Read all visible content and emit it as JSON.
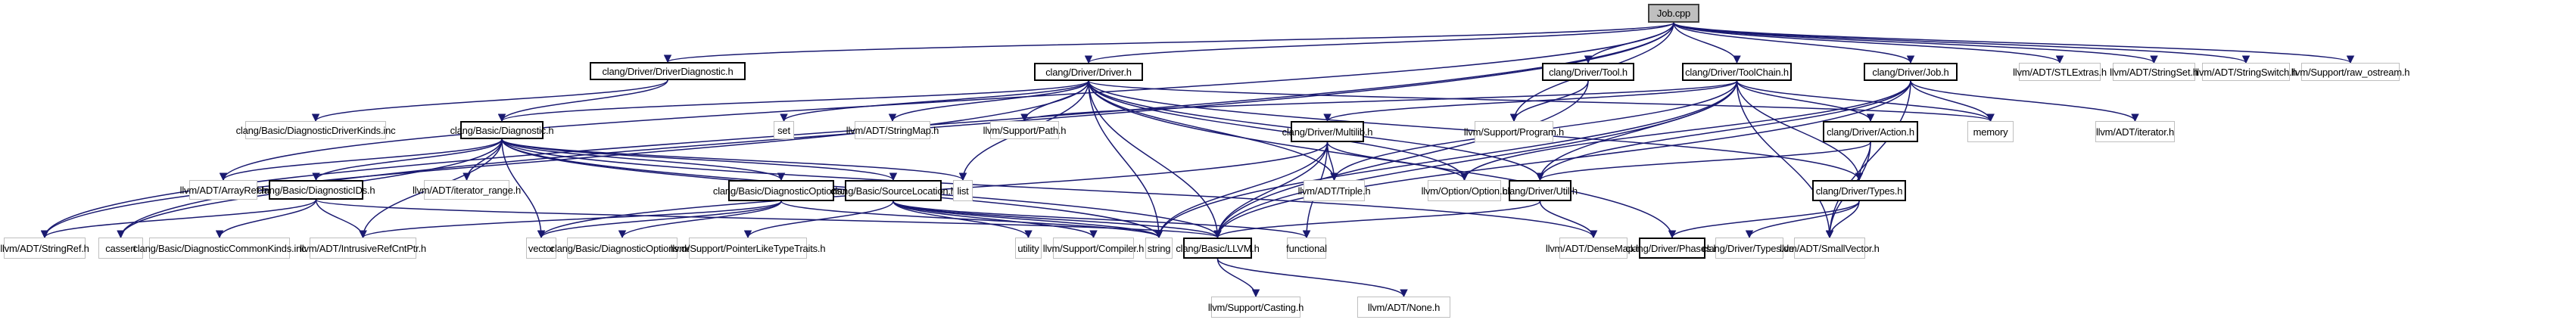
{
  "title": "Job.cpp include dependency graph",
  "colors": {
    "edge": "#191970",
    "root_fill": "#bfbfbf",
    "external_border": "#bfbfbf",
    "linked_border": "#000000"
  },
  "nodes": [
    {
      "id": "job_cpp",
      "label": "Job.cpp",
      "kind": "root"
    },
    {
      "id": "driverdiag",
      "label": "clang/Driver/DriverDiagnostic.h",
      "kind": "linked"
    },
    {
      "id": "driver",
      "label": "clang/Driver/Driver.h",
      "kind": "linked"
    },
    {
      "id": "tool",
      "label": "clang/Driver/Tool.h",
      "kind": "linked"
    },
    {
      "id": "toolchain",
      "label": "clang/Driver/ToolChain.h",
      "kind": "linked"
    },
    {
      "id": "job",
      "label": "clang/Driver/Job.h",
      "kind": "linked"
    },
    {
      "id": "stlextras",
      "label": "llvm/ADT/STLExtras.h",
      "kind": "external"
    },
    {
      "id": "stringset",
      "label": "llvm/ADT/StringSet.h",
      "kind": "external"
    },
    {
      "id": "stringswitch",
      "label": "llvm/ADT/StringSwitch.h",
      "kind": "external"
    },
    {
      "id": "raw_ostream",
      "label": "llvm/Support/raw_ostream.h",
      "kind": "external"
    },
    {
      "id": "diagdriverkinds",
      "label": "clang/Basic/DiagnosticDriverKinds.inc",
      "kind": "external"
    },
    {
      "id": "diagnostic",
      "label": "clang/Basic/Diagnostic.h",
      "kind": "linked"
    },
    {
      "id": "set",
      "label": "set",
      "kind": "external"
    },
    {
      "id": "stringmap",
      "label": "llvm/ADT/StringMap.h",
      "kind": "external"
    },
    {
      "id": "path",
      "label": "llvm/Support/Path.h",
      "kind": "external"
    },
    {
      "id": "multilib",
      "label": "clang/Driver/Multilib.h",
      "kind": "linked"
    },
    {
      "id": "program",
      "label": "llvm/Support/Program.h",
      "kind": "external"
    },
    {
      "id": "action",
      "label": "clang/Driver/Action.h",
      "kind": "linked"
    },
    {
      "id": "memory",
      "label": "memory",
      "kind": "external"
    },
    {
      "id": "iterator",
      "label": "llvm/ADT/iterator.h",
      "kind": "external"
    },
    {
      "id": "arrayref",
      "label": "llvm/ADT/ArrayRef.h",
      "kind": "external"
    },
    {
      "id": "diagids",
      "label": "clang/Basic/DiagnosticIDs.h",
      "kind": "linked"
    },
    {
      "id": "iterator_range",
      "label": "llvm/ADT/iterator_range.h",
      "kind": "external"
    },
    {
      "id": "diagoptions",
      "label": "clang/Basic/DiagnosticOptions.h",
      "kind": "linked"
    },
    {
      "id": "sourceloc",
      "label": "clang/Basic/SourceLocation.h",
      "kind": "linked"
    },
    {
      "id": "list",
      "label": "list",
      "kind": "external"
    },
    {
      "id": "triple",
      "label": "llvm/ADT/Triple.h",
      "kind": "external"
    },
    {
      "id": "option",
      "label": "llvm/Option/Option.h",
      "kind": "external"
    },
    {
      "id": "util",
      "label": "clang/Driver/Util.h",
      "kind": "linked"
    },
    {
      "id": "types",
      "label": "clang/Driver/Types.h",
      "kind": "linked"
    },
    {
      "id": "stringref",
      "label": "llvm/ADT/StringRef.h",
      "kind": "external"
    },
    {
      "id": "cassert",
      "label": "cassert",
      "kind": "external"
    },
    {
      "id": "diagcommonkinds",
      "label": "clang/Basic/DiagnosticCommonKinds.inc",
      "kind": "external"
    },
    {
      "id": "intrusiverefcntptr",
      "label": "llvm/ADT/IntrusiveRefCntPtr.h",
      "kind": "external"
    },
    {
      "id": "vector",
      "label": "vector",
      "kind": "external"
    },
    {
      "id": "diagoptionsdef",
      "label": "clang/Basic/DiagnosticOptions.def",
      "kind": "external"
    },
    {
      "id": "pointerlike",
      "label": "llvm/Support/PointerLikeTypeTraits.h",
      "kind": "external"
    },
    {
      "id": "utility",
      "label": "utility",
      "kind": "external"
    },
    {
      "id": "compiler",
      "label": "llvm/Support/Compiler.h",
      "kind": "external"
    },
    {
      "id": "string",
      "label": "string",
      "kind": "external"
    },
    {
      "id": "llvm_h",
      "label": "clang/Basic/LLVM.h",
      "kind": "linked"
    },
    {
      "id": "functional",
      "label": "functional",
      "kind": "external"
    },
    {
      "id": "densemap",
      "label": "llvm/ADT/DenseMap.h",
      "kind": "external"
    },
    {
      "id": "phases",
      "label": "clang/Driver/Phases.h",
      "kind": "linked"
    },
    {
      "id": "typesdef",
      "label": "clang/Driver/Types.def",
      "kind": "external"
    },
    {
      "id": "smallvector",
      "label": "llvm/ADT/SmallVector.h",
      "kind": "external"
    },
    {
      "id": "casting",
      "label": "llvm/Support/Casting.h",
      "kind": "external"
    },
    {
      "id": "none",
      "label": "llvm/ADT/None.h",
      "kind": "external"
    }
  ],
  "edges": [
    [
      "job_cpp",
      "driverdiag"
    ],
    [
      "job_cpp",
      "driver"
    ],
    [
      "job_cpp",
      "tool"
    ],
    [
      "job_cpp",
      "toolchain"
    ],
    [
      "job_cpp",
      "job"
    ],
    [
      "job_cpp",
      "stlextras"
    ],
    [
      "job_cpp",
      "stringset"
    ],
    [
      "job_cpp",
      "stringswitch"
    ],
    [
      "job_cpp",
      "raw_ostream"
    ],
    [
      "job_cpp",
      "program"
    ],
    [
      "job_cpp",
      "arrayref"
    ],
    [
      "job_cpp",
      "stringref"
    ],
    [
      "job_cpp",
      "cassert"
    ],
    [
      "driverdiag",
      "diagdriverkinds"
    ],
    [
      "driverdiag",
      "diagnostic"
    ],
    [
      "driver",
      "diagnostic"
    ],
    [
      "driver",
      "set"
    ],
    [
      "driver",
      "stringmap"
    ],
    [
      "driver",
      "path"
    ],
    [
      "driver",
      "list"
    ],
    [
      "driver",
      "triple"
    ],
    [
      "driver",
      "util"
    ],
    [
      "driver",
      "types"
    ],
    [
      "driver",
      "phases"
    ],
    [
      "driver",
      "memory"
    ],
    [
      "driver",
      "llvm_h"
    ],
    [
      "driver",
      "string"
    ],
    [
      "driver",
      "stringref"
    ],
    [
      "driver",
      "option"
    ],
    [
      "tool",
      "program"
    ],
    [
      "tool",
      "llvm_h"
    ],
    [
      "toolchain",
      "multilib"
    ],
    [
      "toolchain",
      "path"
    ],
    [
      "toolchain",
      "action"
    ],
    [
      "toolchain",
      "types"
    ],
    [
      "toolchain",
      "memory"
    ],
    [
      "toolchain",
      "triple"
    ],
    [
      "toolchain",
      "util"
    ],
    [
      "toolchain",
      "smallvector"
    ],
    [
      "toolchain",
      "string"
    ],
    [
      "toolchain",
      "llvm_h"
    ],
    [
      "job",
      "memory"
    ],
    [
      "job",
      "iterator"
    ],
    [
      "job",
      "smallvector"
    ],
    [
      "job",
      "util"
    ],
    [
      "job",
      "option"
    ],
    [
      "job",
      "llvm_h"
    ],
    [
      "diagnostic",
      "diagids"
    ],
    [
      "diagnostic",
      "arrayref"
    ],
    [
      "diagnostic",
      "iterator_range"
    ],
    [
      "diagnostic",
      "diagoptions"
    ],
    [
      "diagnostic",
      "sourceloc"
    ],
    [
      "diagnostic",
      "list"
    ],
    [
      "diagnostic",
      "intrusiverefcntptr"
    ],
    [
      "diagnostic",
      "vector"
    ],
    [
      "diagnostic",
      "string"
    ],
    [
      "diagnostic",
      "cassert"
    ],
    [
      "diagnostic",
      "densemap"
    ],
    [
      "diagnostic",
      "llvm_h"
    ],
    [
      "multilib",
      "triple"
    ],
    [
      "multilib",
      "option"
    ],
    [
      "multilib",
      "vector"
    ],
    [
      "multilib",
      "string"
    ],
    [
      "multilib",
      "llvm_h"
    ],
    [
      "multilib",
      "functional"
    ],
    [
      "action",
      "types"
    ],
    [
      "action",
      "util"
    ],
    [
      "action",
      "smallvector"
    ],
    [
      "diagids",
      "stringref"
    ],
    [
      "diagids",
      "diagcommonkinds"
    ],
    [
      "diagids",
      "intrusiverefcntptr"
    ],
    [
      "diagids",
      "llvm_h"
    ],
    [
      "diagoptions",
      "intrusiverefcntptr"
    ],
    [
      "diagoptions",
      "vector"
    ],
    [
      "diagoptions",
      "diagoptionsdef"
    ],
    [
      "diagoptions",
      "string"
    ],
    [
      "sourceloc",
      "pointerlike"
    ],
    [
      "sourceloc",
      "utility"
    ],
    [
      "sourceloc",
      "compiler"
    ],
    [
      "sourceloc",
      "string"
    ],
    [
      "sourceloc",
      "llvm_h"
    ],
    [
      "sourceloc",
      "functional"
    ],
    [
      "util",
      "densemap"
    ],
    [
      "util",
      "llvm_h"
    ],
    [
      "types",
      "phases"
    ],
    [
      "types",
      "typesdef"
    ],
    [
      "types",
      "smallvector"
    ],
    [
      "llvm_h",
      "casting"
    ],
    [
      "llvm_h",
      "none"
    ]
  ]
}
